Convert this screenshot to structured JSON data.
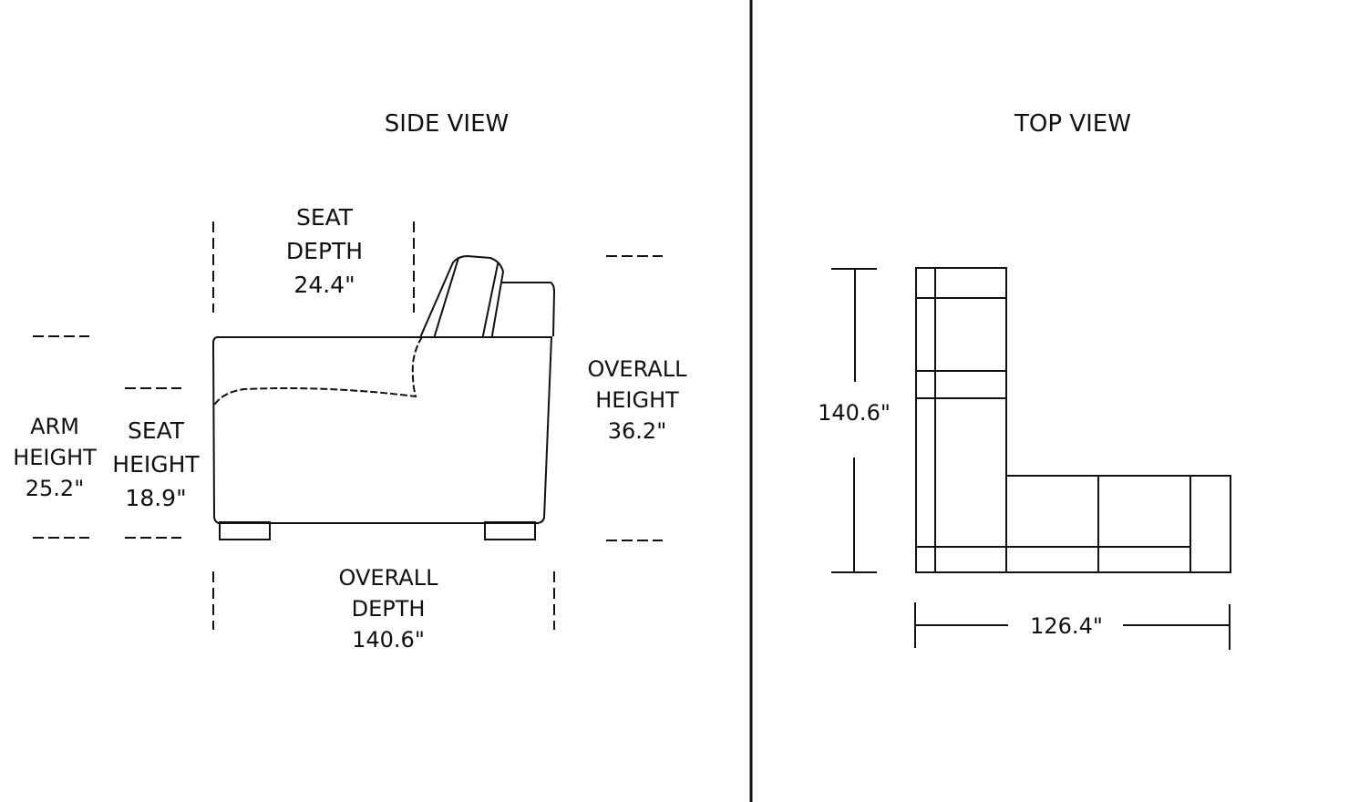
{
  "side_view": {
    "title": "SIDE VIEW",
    "seat_depth": {
      "line1": "SEAT",
      "line2": "DEPTH",
      "value": "24.4\""
    },
    "arm_height": {
      "line1": "ARM",
      "line2": "HEIGHT",
      "value": "25.2\""
    },
    "seat_height": {
      "line1": "SEAT",
      "line2": "HEIGHT",
      "value": "18.9\""
    },
    "overall_height": {
      "line1": "OVERALL",
      "line2": "HEIGHT",
      "value": "36.2\""
    },
    "overall_depth": {
      "line1": "OVERALL",
      "line2": "DEPTH",
      "value": "140.6\""
    }
  },
  "top_view": {
    "title": "TOP VIEW",
    "depth": "140.6\"",
    "width": "126.4\""
  },
  "colors": {
    "line": "#111111",
    "background": "#ffffff"
  }
}
